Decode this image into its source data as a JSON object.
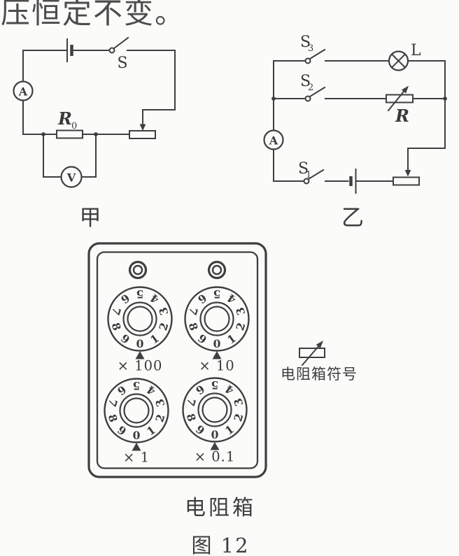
{
  "colors": {
    "ink": "#3f3f3f",
    "paper": "#fbfbfa"
  },
  "header": {
    "text": "压恒定不变。"
  },
  "circuit_jia": {
    "caption": "甲",
    "ammeter": "A",
    "voltmeter": "V",
    "switch_main": "S",
    "resistor_main": "R",
    "resistor_sub": "0"
  },
  "circuit_yi": {
    "caption": "乙",
    "ammeter": "A",
    "lamp": "L",
    "resistor": "R",
    "switch3_main": "S",
    "switch3_sub": "3",
    "switch2_main": "S",
    "switch2_sub": "2",
    "switch1_main": "S",
    "switch1_sub": "1"
  },
  "resistance_box": {
    "caption": "电阻箱",
    "dial_digits": [
      "0",
      "1",
      "2",
      "3",
      "4",
      "5",
      "6",
      "7",
      "8",
      "9"
    ],
    "dials": [
      {
        "multiplier": "× 100"
      },
      {
        "multiplier": "× 10"
      },
      {
        "multiplier": "× 1"
      },
      {
        "multiplier": "× 0.1"
      }
    ]
  },
  "symbol": {
    "label": "电阻箱符号"
  },
  "figure": {
    "caption": "图 12"
  }
}
